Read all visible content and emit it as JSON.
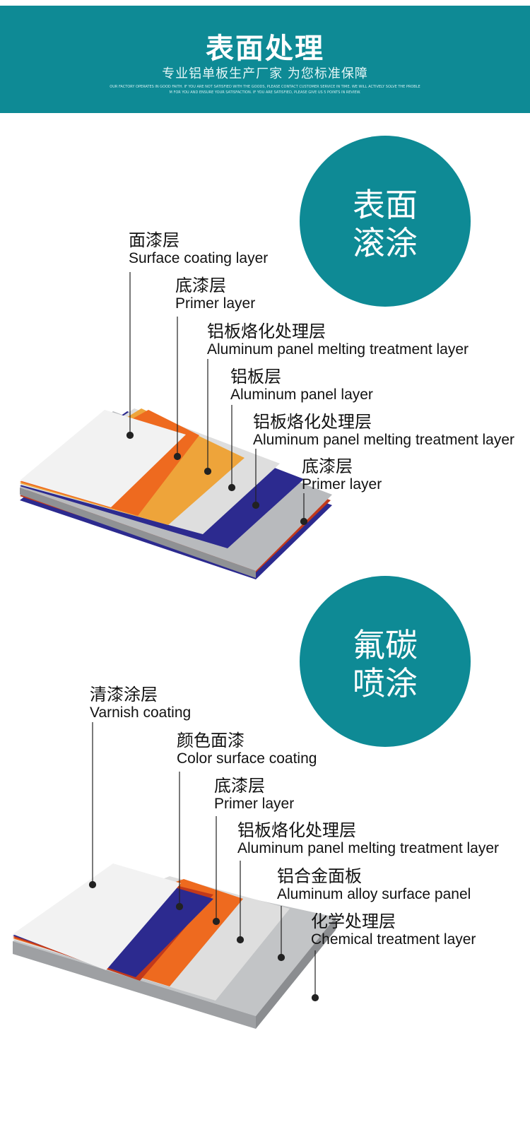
{
  "banner": {
    "title": "表面处理",
    "subtitle": "专业铝单板生产厂家 为您标准保障",
    "small_line1": "OUR FACTORY OPERATES IN GOOD FAITH. IF YOU ARE NOT SATISFIED WITH THE GOODS, PLEASE CONTACT CUSTOMER SERVICE IN TIME. WE WILL ACTIVELY SOLVE THE PROBLE",
    "small_line2": "M FOR YOU AND ENSURE YOUR SATISFACTION. IF YOU ARE SATISFIED, PLEASE GIVE US 5 POINTS IN REVIEW."
  },
  "colors": {
    "teal": "#0e8a95",
    "white_layer": "#f2f2f2",
    "orange": "#ee6a1f",
    "amber": "#eea43a",
    "light_gray": "#dedede",
    "navy": "#2c2a8f",
    "gray": "#b8babd",
    "red_line": "#c2391b"
  },
  "section1": {
    "circle_line1": "表面",
    "circle_line2": "滚涂",
    "labels": [
      {
        "zh": "面漆层",
        "en": "Surface coating layer"
      },
      {
        "zh": "底漆层",
        "en": "Primer layer"
      },
      {
        "zh": "铝板烙化处理层",
        "en": "Aluminum panel melting treatment layer"
      },
      {
        "zh": "铝板层",
        "en": "Aluminum panel layer"
      },
      {
        "zh": "铝板烙化处理层",
        "en": "Aluminum panel melting treatment layer"
      },
      {
        "zh": "底漆层",
        "en": "Primer layer"
      }
    ]
  },
  "section2": {
    "circle_line1": "氟碳",
    "circle_line2": "喷涂",
    "labels": [
      {
        "zh": "清漆涂层",
        "en": "Varnish coating"
      },
      {
        "zh": "颜色面漆",
        "en": "Color surface coating"
      },
      {
        "zh": "底漆层",
        "en": "Primer layer"
      },
      {
        "zh": "铝板烙化处理层",
        "en": "Aluminum panel melting treatment layer"
      },
      {
        "zh": "铝合金面板",
        "en": "Aluminum alloy surface panel"
      },
      {
        "zh": "化学处理层",
        "en": "Chemical treatment layer"
      }
    ]
  }
}
